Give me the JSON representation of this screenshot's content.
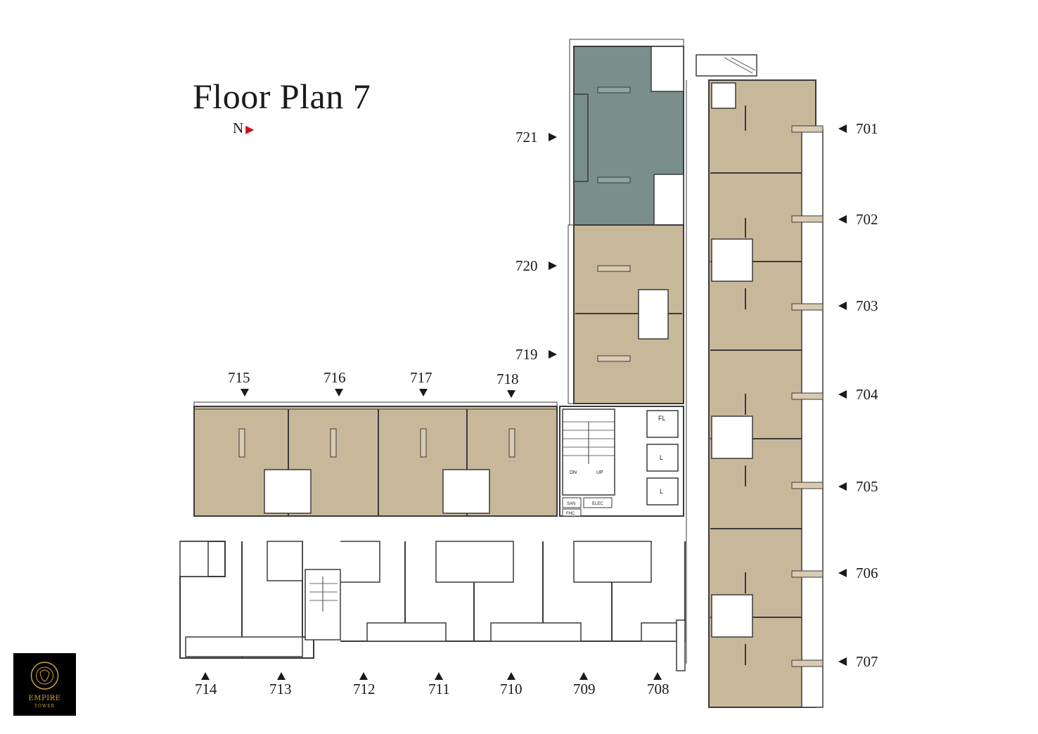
{
  "title": "Floor Plan 7",
  "north": {
    "letter": "N",
    "arrow": "▶"
  },
  "colors": {
    "unit": "#c8b89a",
    "highlight": "#7a8f8c",
    "wall": "#3a3a3a",
    "north_arrow": "#c81414"
  },
  "units_east": [
    "701",
    "702",
    "703",
    "704",
    "705",
    "706",
    "707"
  ],
  "units_north": [
    "721",
    "720",
    "719"
  ],
  "units_top": [
    "715",
    "716",
    "717",
    "718"
  ],
  "units_bottom": [
    "714",
    "713",
    "712",
    "711",
    "710",
    "709",
    "708"
  ],
  "highlighted_unit": "721",
  "core_labels": {
    "fl": "FL",
    "lift1": "L",
    "lift2": "L",
    "san": "SAN",
    "elec": "ELEC",
    "fhc": "FHC",
    "dn": "DN",
    "up": "UP"
  },
  "logo": {
    "brand": "EMPIRE",
    "sub": "TOWER"
  }
}
